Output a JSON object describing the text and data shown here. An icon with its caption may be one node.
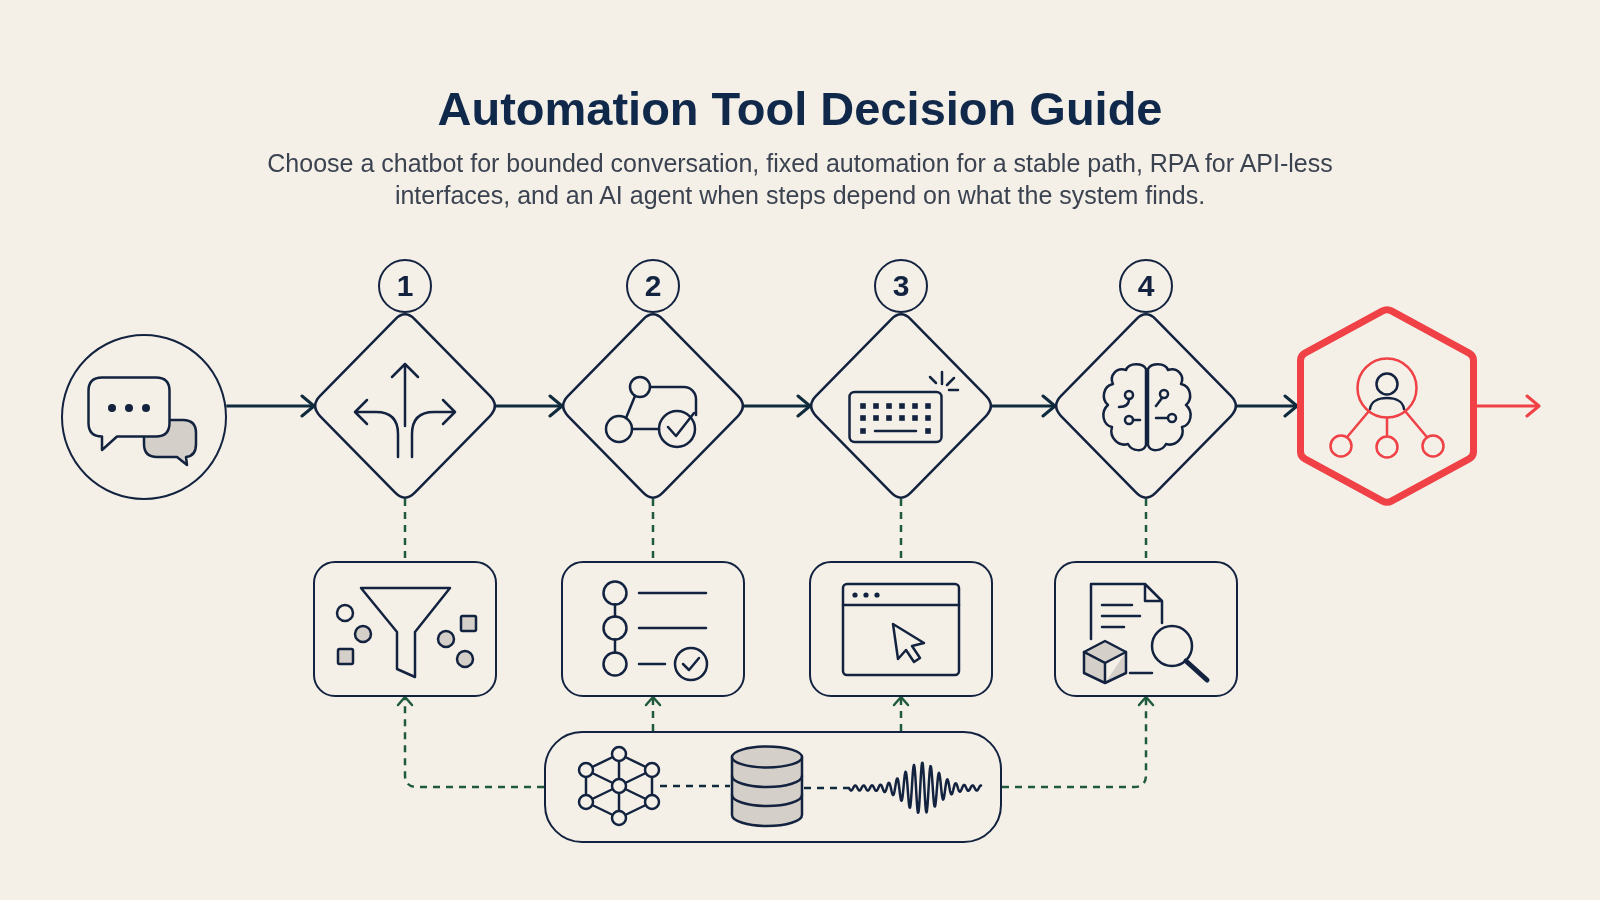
{
  "diagram": {
    "title": "Automation Tool Decision Guide",
    "nodes": [
      {
        "text": [
          "1"
        ]
      },
      {
        "text": [
          "2"
        ]
      },
      {
        "text": [
          "3"
        ]
      },
      {
        "text": [
          "4"
        ]
      },
      {
        "text": [],
        "shape": "circle"
      },
      {
        "text": [],
        "shape": "diamond"
      },
      {
        "text": [],
        "shape": "diamond"
      },
      {
        "text": [],
        "shape": "diamond"
      },
      {
        "text": [],
        "shape": "diamond"
      },
      {
        "text": [],
        "shape": "hexagon"
      },
      {
        "text": [],
        "shape": "box"
      },
      {
        "text": [],
        "shape": "box"
      },
      {
        "text": [],
        "shape": "box"
      },
      {
        "text": [],
        "shape": "box"
      },
      {
        "text": [],
        "shape": "box"
      },
      {
        "text": [],
        "shape": "picture",
        "in": 14
      },
      {
        "text": [],
        "shape": "cylinder",
        "in": 14
      },
      {
        "text": [],
        "shape": "picture",
        "in": 14
      }
    ],
    "edges": [
      {
        "from": 4,
        "to": 5,
        "arrow": "to"
      },
      {
        "from": 5,
        "to": 6,
        "arrow": "to"
      },
      {
        "from": 6,
        "to": 7,
        "arrow": "to"
      },
      {
        "from": 7,
        "to": 8,
        "arrow": "to"
      },
      {
        "from": 8,
        "to": 9,
        "arrow": "to"
      },
      {
        "from": 9,
        "to": null,
        "arrow": "to",
        "color": "#ef4146"
      },
      {
        "from": 5,
        "to": 10,
        "arrow": "none",
        "style": "dashed",
        "color": "#1f5a3d"
      },
      {
        "from": 6,
        "to": 11,
        "arrow": "none",
        "style": "dashed",
        "color": "#1f5a3d"
      },
      {
        "from": 7,
        "to": 12,
        "arrow": "none",
        "style": "dashed",
        "color": "#1f5a3d"
      },
      {
        "from": 8,
        "to": 13,
        "arrow": "none",
        "style": "dashed",
        "color": "#1f5a3d"
      },
      {
        "from": 14,
        "to": 10,
        "arrow": "to",
        "style": "dashed",
        "color": "#1f5a3d"
      },
      {
        "from": 14,
        "to": 11,
        "arrow": "to",
        "style": "dashed",
        "color": "#1f5a3d"
      },
      {
        "from": 14,
        "to": 12,
        "arrow": "to",
        "style": "dashed",
        "color": "#1f5a3d"
      },
      {
        "from": 14,
        "to": 13,
        "arrow": "to",
        "style": "dashed",
        "color": "#1f5a3d"
      },
      {
        "from": 15,
        "to": 16,
        "arrow": "none",
        "style": "dashed"
      },
      {
        "from": 16,
        "to": 17,
        "arrow": "none",
        "style": "dashed"
      }
    ],
    "labels": [
      "Choose a chatbot for bounded conversation, fixed automation for a stable path, RPA for API-less interfaces, and an AI agent when steps depend on what the system finds."
    ]
  }
}
